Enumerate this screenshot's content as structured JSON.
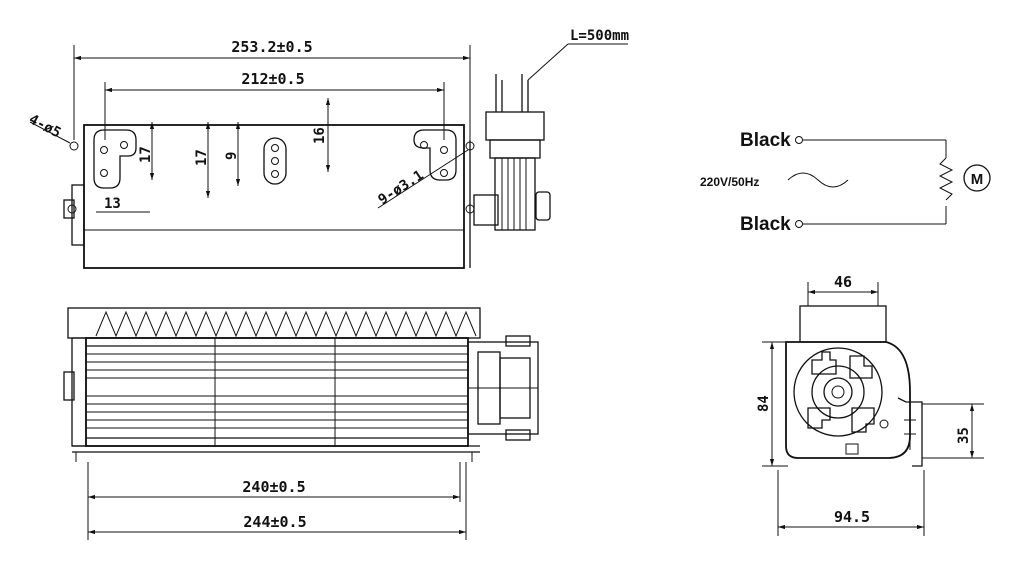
{
  "top_view": {
    "overall_length": "253.2±0.5",
    "hole_spacing": "212±0.5",
    "mount_holes": "4-ø5",
    "small_holes": "9-ø3.1",
    "lead_length": "L=500mm",
    "dim_17a": "17",
    "dim_17b": "17",
    "dim_9": "9",
    "dim_16": "16",
    "dim_13": "13"
  },
  "front_view": {
    "inner_length": "240±0.5",
    "outer_length": "244±0.5"
  },
  "wiring": {
    "wire_top": "Black",
    "wire_bottom": "Black",
    "supply": "220V/50Hz",
    "motor_symbol": "M"
  },
  "side_view": {
    "outlet_width": "46",
    "height": "84",
    "depth": "94.5",
    "bracket_height": "35"
  }
}
